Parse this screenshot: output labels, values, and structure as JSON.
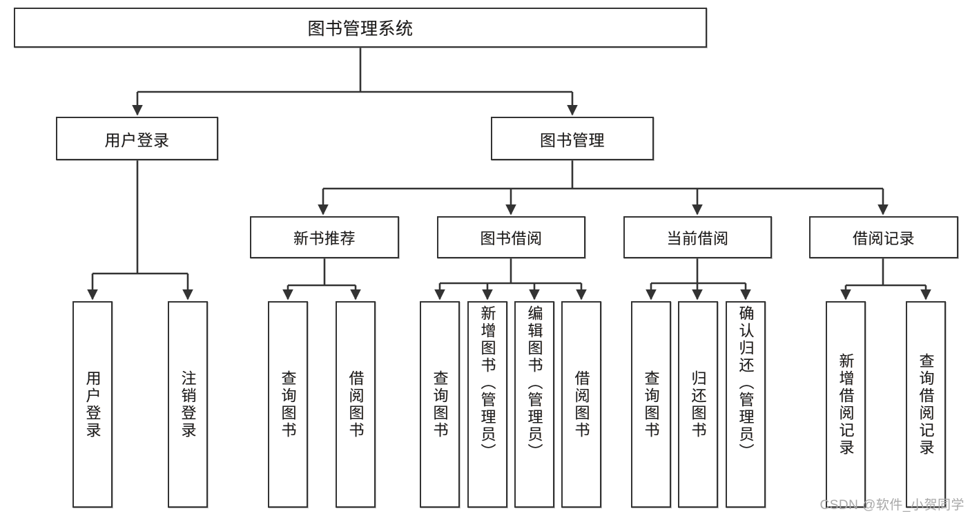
{
  "diagram": {
    "title": "图书管理系统",
    "type": "tree-hierarchy-chart",
    "root": {
      "id": "root",
      "label": "图书管理系统"
    },
    "level2": [
      {
        "id": "user-login",
        "label": "用户登录"
      },
      {
        "id": "book-management",
        "label": "图书管理"
      }
    ],
    "level3": [
      {
        "id": "new-book-recommend",
        "label": "新书推荐"
      },
      {
        "id": "book-borrow",
        "label": "图书借阅"
      },
      {
        "id": "current-borrow",
        "label": "当前借阅"
      },
      {
        "id": "borrow-record",
        "label": "借阅记录"
      }
    ],
    "leaves": [
      {
        "id": "leaf-user-login",
        "label": "用户登录",
        "parent": "user-login"
      },
      {
        "id": "leaf-user-logout",
        "label": "注销登录",
        "parent": "user-login"
      },
      {
        "id": "leaf-query-book-1",
        "label": "查询图书",
        "parent": "new-book-recommend"
      },
      {
        "id": "leaf-borrow-book-1",
        "label": "借阅图书",
        "parent": "new-book-recommend"
      },
      {
        "id": "leaf-query-book-2",
        "label": "查询图书",
        "parent": "book-borrow"
      },
      {
        "id": "leaf-add-book",
        "label": "新增图书（管理员）",
        "parent": "book-borrow"
      },
      {
        "id": "leaf-edit-book",
        "label": "编辑图书（管理员）",
        "parent": "book-borrow"
      },
      {
        "id": "leaf-borrow-book-2",
        "label": "借阅图书",
        "parent": "book-borrow"
      },
      {
        "id": "leaf-query-book-3",
        "label": "查询图书",
        "parent": "current-borrow"
      },
      {
        "id": "leaf-return-book",
        "label": "归还图书",
        "parent": "current-borrow"
      },
      {
        "id": "leaf-confirm-return",
        "label": "确认归还（管理员）",
        "parent": "current-borrow"
      },
      {
        "id": "leaf-add-record",
        "label": "新增借阅记录",
        "parent": "borrow-record"
      },
      {
        "id": "leaf-query-record",
        "label": "查询借阅记录",
        "parent": "borrow-record"
      }
    ],
    "colors": {
      "box_border": "#333333",
      "box_fill": "#ffffff",
      "connector": "#333333",
      "text": "#1a1a1a",
      "watermark": "#a8a8a8",
      "background": "#ffffff"
    }
  },
  "watermark": {
    "text": "CSDN @软件_小贺同学"
  }
}
